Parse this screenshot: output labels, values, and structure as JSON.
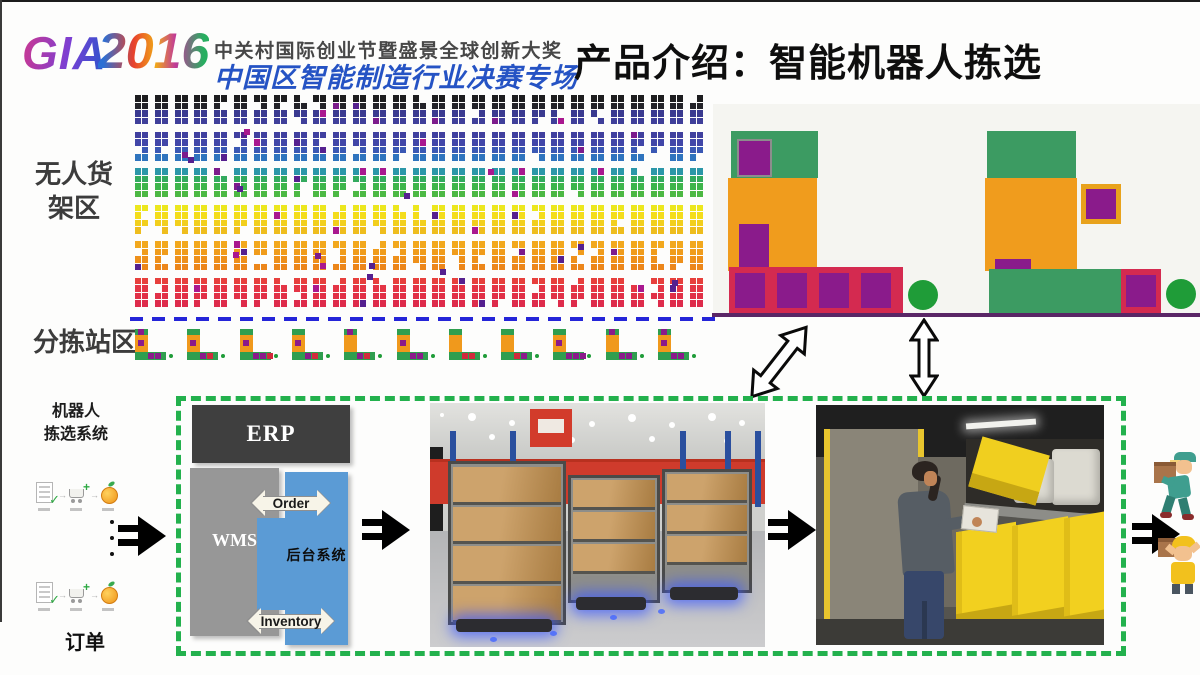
{
  "header": {
    "logo_gia": "GIA",
    "logo_year": "2016",
    "line1": "中关村国际创业节暨盛景全球创新大奖",
    "line2": "中国区智能制造行业决赛专场",
    "title": "产品介绍：智能机器人拣选"
  },
  "labels": {
    "shelf_line1": "无人货",
    "shelf_line2": "架区",
    "sorting": "分拣站区",
    "system_line1": "机器人",
    "system_line2": "拣选系统",
    "orders": "订单"
  },
  "diagram": {
    "erp": "ERP",
    "wms": "WMS",
    "backend": "后台系统",
    "order_label": "Order",
    "inventory_label": "Inventory"
  },
  "map": {
    "seed": 20160707,
    "units_per_row": 29,
    "bands": [
      [
        "#1d1d1f",
        "#232329",
        "#3a3a90",
        "#3f3f9a"
      ],
      [
        "#40409f",
        "#4146a8",
        "#3a58b4",
        "#2f74be"
      ],
      [
        "#2b97a8",
        "#33aa5e",
        "#3db54b",
        "#4cb843"
      ],
      [
        "#ece71e",
        "#f4dd1c",
        "#f2cf1d",
        "#eebd1d"
      ],
      [
        "#f2a81d",
        "#f09c1b",
        "#ee901a",
        "#ec861a"
      ],
      [
        "#e73f3c",
        "#e43545",
        "#e13047",
        "#de2b4b"
      ]
    ],
    "robot_colors": [
      "#7c1b8c",
      "#a9188f",
      "#55208f"
    ],
    "missing_rate": 0.055,
    "robot_rate": 0.03,
    "stray_robots": 14,
    "station_count": 11
  },
  "colors": {
    "divider_blue": "#2525d8",
    "box_green": "#23b14d",
    "station_cap": "#2f9e4f",
    "station_body": "#f0991c",
    "robot_purple": "#8a1b8b",
    "crimson": "#d42a50",
    "floor_purple": "#5a2666",
    "circle_green": "#1f9c38",
    "panel_orange": "#f09c1d",
    "panel_green": "#3c9b62",
    "erp_gray": "#3f3f3f",
    "wms_gray": "#979797",
    "backend_blue": "#5b9bd5",
    "header_blue": "#2553c4",
    "header_gray": "#474747",
    "title_black": "#0e0e0e"
  }
}
